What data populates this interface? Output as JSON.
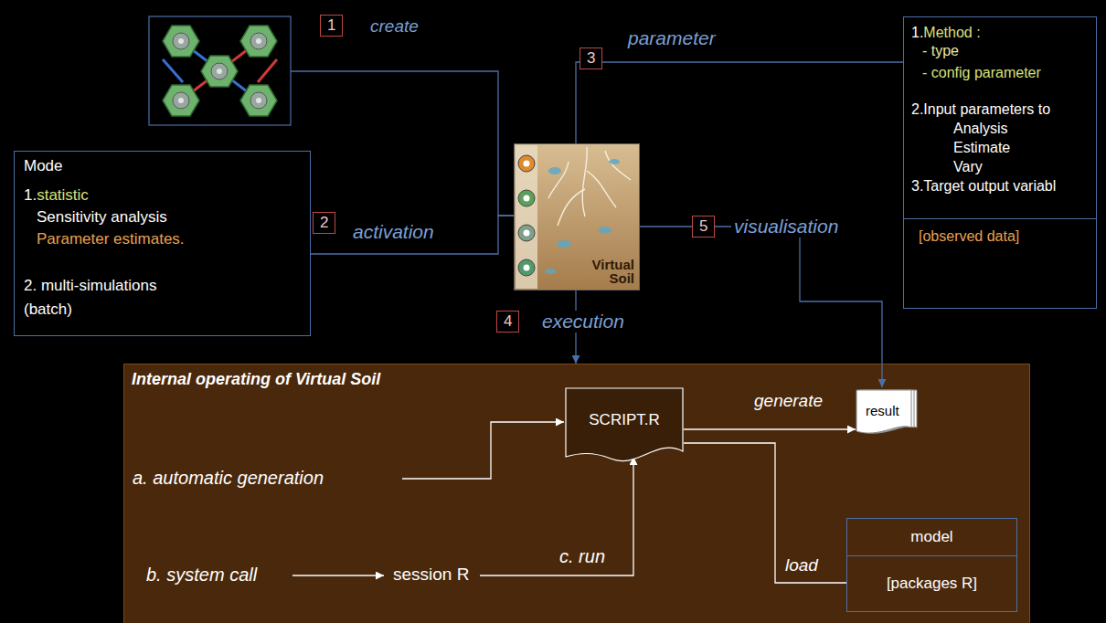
{
  "diagram": {
    "nodes": [
      {
        "text": [
          "Mode",
          "1.",
          "statistic",
          "Sensitivity analysis",
          "Parameter estimates.",
          "2. multi-simulations (batch)"
        ]
      },
      {
        "text": [
          "Virtual Soil"
        ]
      },
      {
        "text": [
          "1.",
          "Method :",
          "- type",
          "- config parameter",
          "2.Input parameters to",
          "Analysis",
          "Estimate",
          "Vary",
          "3.Target output variabl",
          "[observed data]"
        ]
      },
      {
        "text": [
          "Internal operating of Virtual Soil"
        ]
      },
      {
        "text": [
          "SCRIPT.R"
        ],
        "in": 3
      },
      {
        "text": [
          "result"
        ],
        "in": 3
      },
      {
        "text": [
          "model",
          "[packages R]"
        ],
        "in": 3
      }
    ],
    "edges": [
      {
        "from": 0,
        "to": 1,
        "arrow": "none",
        "label": "activation"
      },
      {
        "from": 2,
        "to": 1,
        "arrow": "none",
        "label": "parameter"
      },
      {
        "from": 1,
        "to": 3,
        "arrow": "to",
        "label": "execution"
      },
      {
        "from": 1,
        "to": 5,
        "arrow": "to",
        "label": "visualisation"
      },
      {
        "from": 4,
        "to": 5,
        "arrow": "to",
        "label": "generate"
      },
      {
        "from": 4,
        "to": 6,
        "arrow": "none",
        "label": "load"
      }
    ],
    "labels": [
      "1",
      "create",
      "3",
      "2",
      "5",
      "4",
      "a. automatic generation",
      "b. system call",
      "session R",
      "c. run"
    ]
  }
}
